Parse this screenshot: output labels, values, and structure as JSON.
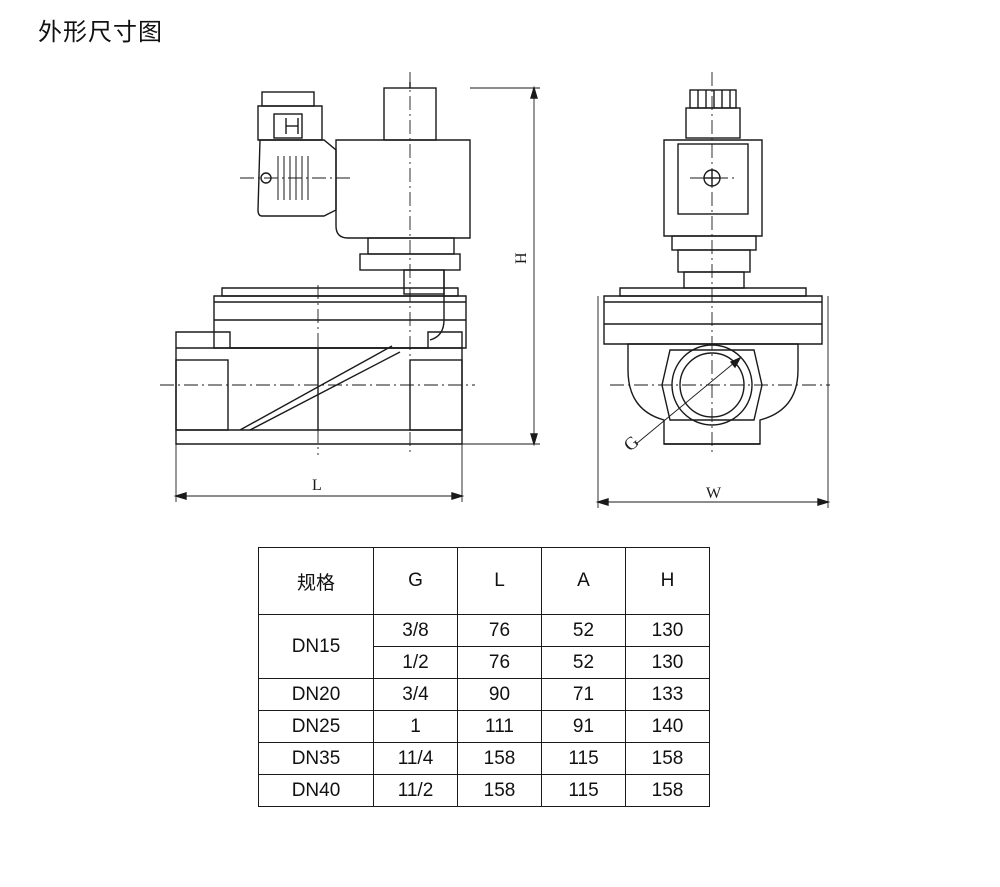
{
  "title": "外形尺寸图",
  "labels": {
    "L": "L",
    "W": "W",
    "H": "H",
    "G": "G"
  },
  "table": {
    "headers": [
      "规格",
      "G",
      "L",
      "A",
      "H"
    ],
    "groups": [
      {
        "spec": "DN15",
        "rows": [
          [
            "3/8",
            "76",
            "52",
            "130"
          ],
          [
            "1/2",
            "76",
            "52",
            "130"
          ]
        ]
      },
      {
        "spec": "DN20",
        "rows": [
          [
            "3/4",
            "90",
            "71",
            "133"
          ]
        ]
      },
      {
        "spec": "DN25",
        "rows": [
          [
            "1",
            "111",
            "91",
            "140"
          ]
        ]
      },
      {
        "spec": "DN35",
        "rows": [
          [
            "11/4",
            "158",
            "115",
            "158"
          ]
        ]
      },
      {
        "spec": "DN40",
        "rows": [
          [
            "11/2",
            "158",
            "115",
            "158"
          ]
        ]
      }
    ]
  }
}
